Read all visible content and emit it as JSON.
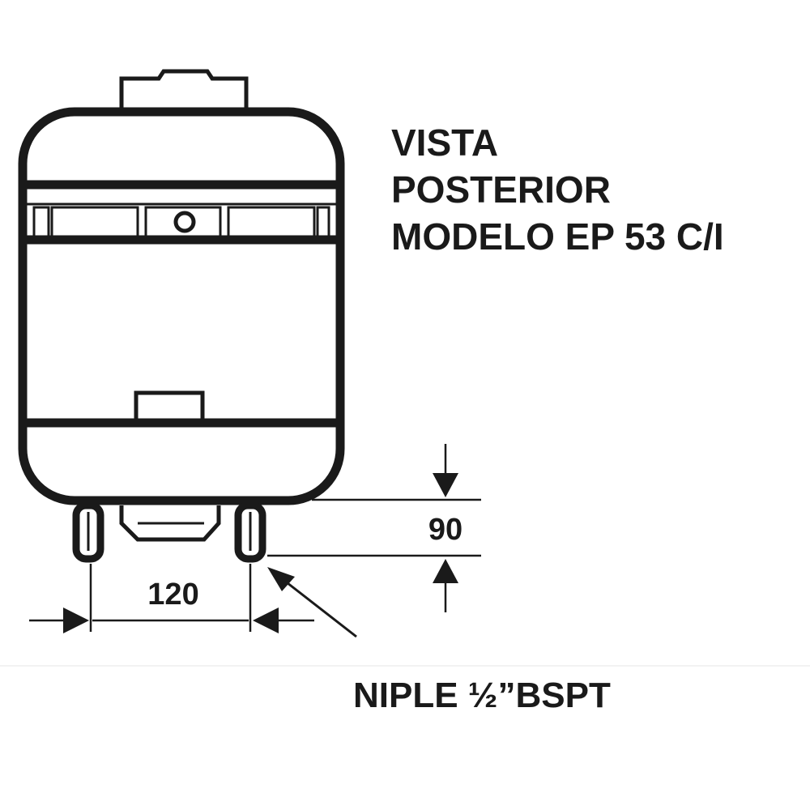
{
  "title": {
    "line1": "VISTA",
    "line2": "POSTERIOR",
    "line3": "MODELO EP 53 C/I"
  },
  "dimensions": {
    "height_value": "90",
    "spacing_value": "120"
  },
  "caption": "NIPLE ½”BSPT",
  "colors": {
    "ink": "#1a1a1a",
    "background": "#ffffff"
  }
}
